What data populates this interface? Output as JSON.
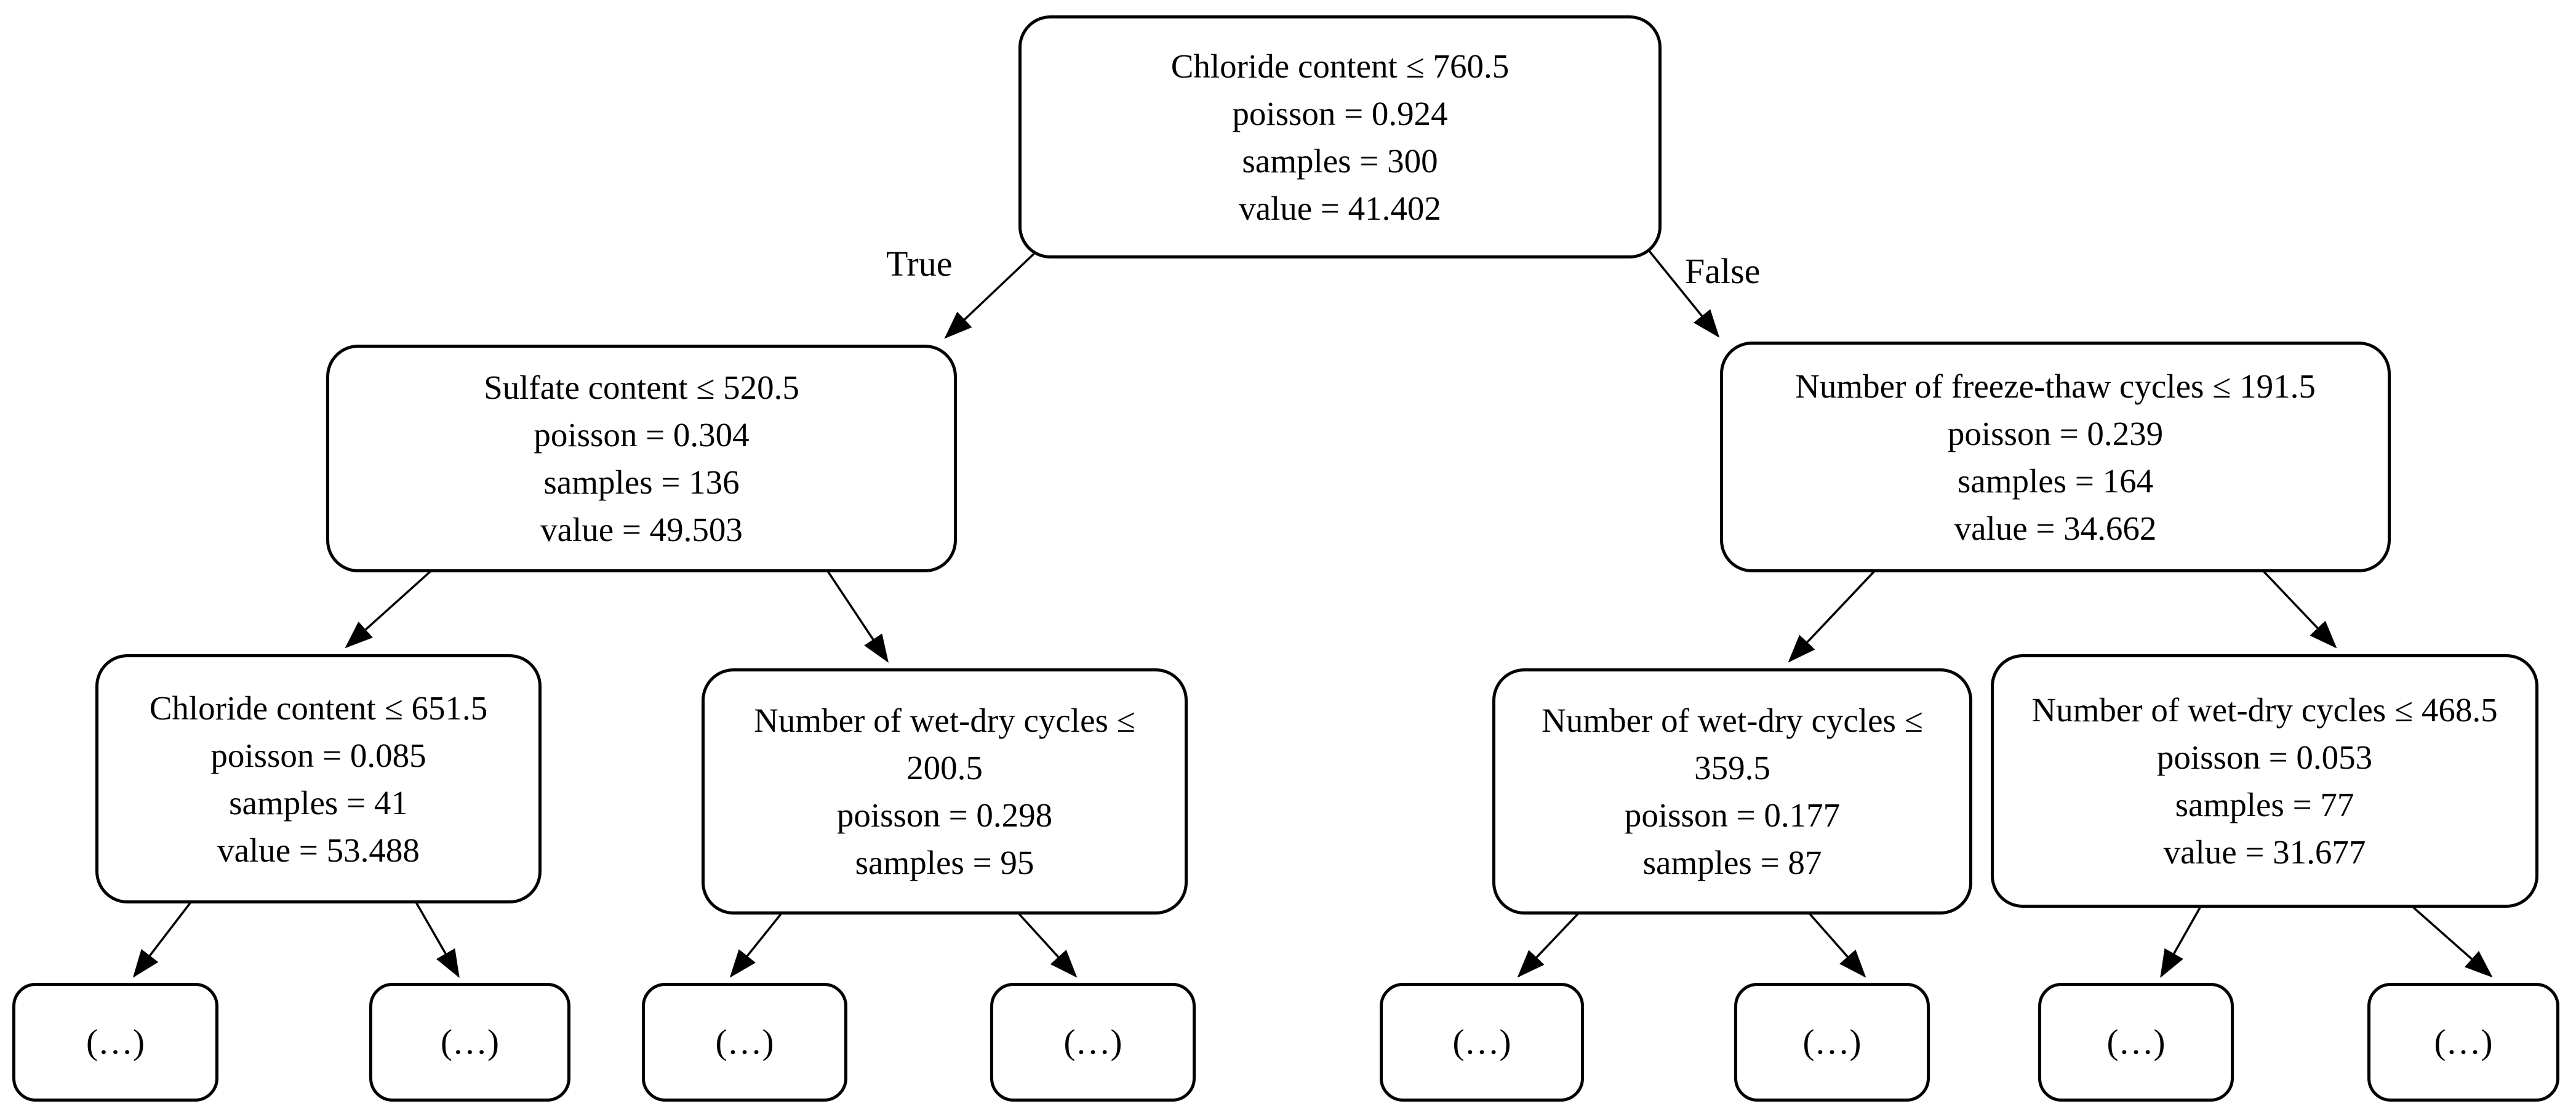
{
  "figure": {
    "type": "decision-tree",
    "edge_labels": {
      "true_label": "True",
      "false_label": "False"
    },
    "nodes": {
      "root": {
        "lines": [
          "Chloride content ≤ 760.5",
          "poisson = 0.924",
          "samples = 300",
          "value = 41.402"
        ]
      },
      "left": {
        "lines": [
          "Sulfate content ≤ 520.5",
          "poisson = 0.304",
          "samples = 136",
          "value = 49.503"
        ]
      },
      "right": {
        "lines": [
          "Number of freeze-thaw cycles ≤ 191.5",
          "poisson = 0.239",
          "samples = 164",
          "value = 34.662"
        ]
      },
      "left_left": {
        "lines": [
          "Chloride content ≤ 651.5",
          "poisson = 0.085",
          "samples = 41",
          "value = 53.488"
        ]
      },
      "left_right": {
        "lines": [
          "Number of wet-dry cycles ≤ 200.5",
          "poisson = 0.298",
          "samples = 95"
        ]
      },
      "right_left": {
        "lines": [
          "Number of wet-dry cycles ≤ 359.5",
          "poisson = 0.177",
          "samples = 87"
        ]
      },
      "right_right": {
        "lines": [
          "Number of wet-dry cycles ≤ 468.5",
          "poisson = 0.053",
          "samples = 77",
          "value = 31.677"
        ]
      }
    },
    "leaves": [
      "(…)",
      "(…)",
      "(…)",
      "(…)",
      "(…)",
      "(…)",
      "(…)",
      "(…)"
    ]
  }
}
